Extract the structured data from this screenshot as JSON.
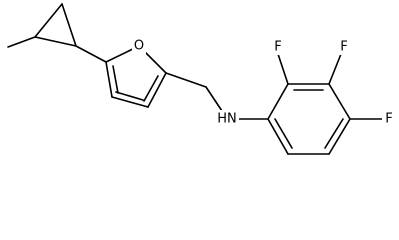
{
  "molecule": {
    "atom_labels": {
      "oxygen": "O",
      "amine": "HN",
      "fluorine_2": "F",
      "fluorine_3": "F",
      "fluorine_4": "F"
    }
  }
}
